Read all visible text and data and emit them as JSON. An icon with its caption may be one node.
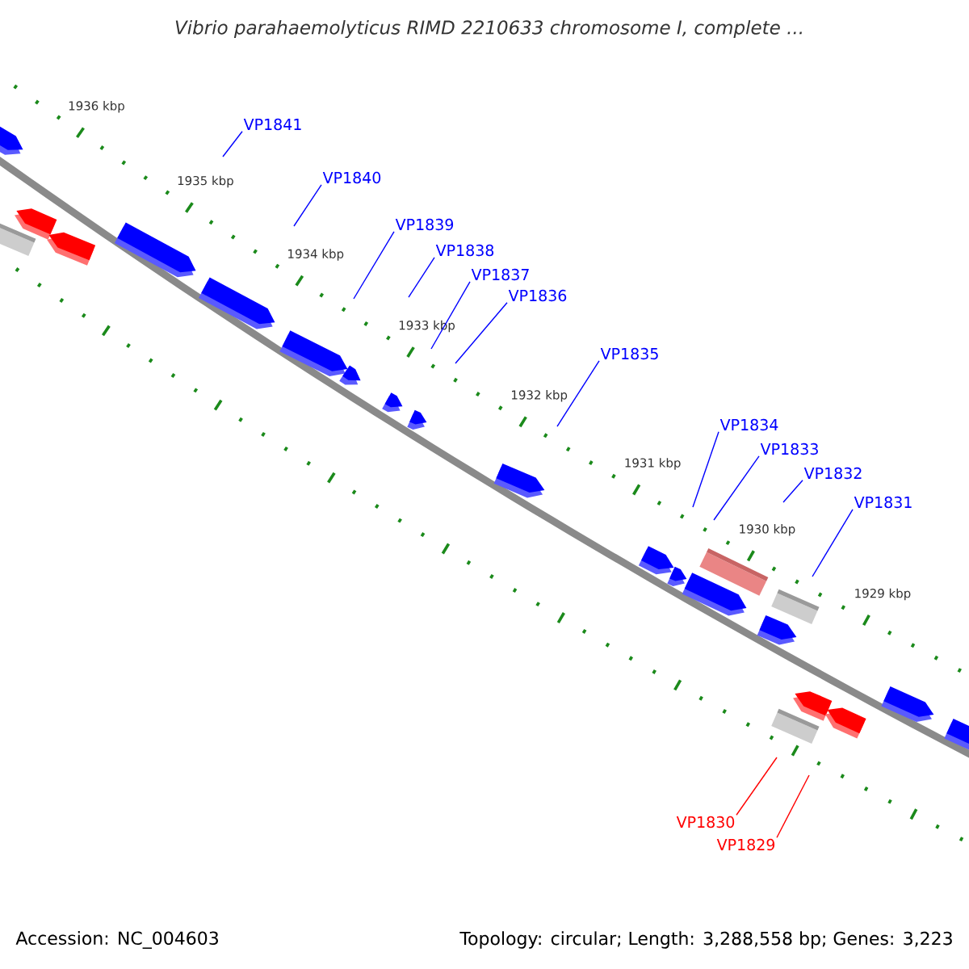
{
  "diagram": {
    "title": "Vibrio parahaemolyticus RIMD 2210633 chromosome I, complete ...",
    "nodes": [
      {
        "text": [
          "VP1841"
        ]
      },
      {
        "text": [
          "VP1840"
        ]
      },
      {
        "text": [
          "VP1839"
        ]
      },
      {
        "text": [
          "VP1838"
        ]
      },
      {
        "text": [
          "VP1837"
        ]
      },
      {
        "text": [
          "VP1836"
        ]
      },
      {
        "text": [
          "VP1835"
        ]
      },
      {
        "text": [
          "VP1834"
        ]
      },
      {
        "text": [
          "VP1833"
        ]
      },
      {
        "text": [
          "VP1832"
        ]
      },
      {
        "text": [
          "VP1831"
        ]
      },
      {
        "text": [
          "VP1830"
        ]
      },
      {
        "text": [
          "VP1829"
        ]
      }
    ],
    "edges": [
      {
        "from": 0,
        "to": null,
        "arrow": "none"
      },
      {
        "from": 1,
        "to": null,
        "arrow": "none"
      },
      {
        "from": 2,
        "to": null,
        "arrow": "none"
      },
      {
        "from": 3,
        "to": null,
        "arrow": "none"
      },
      {
        "from": 4,
        "to": null,
        "arrow": "none"
      },
      {
        "from": 5,
        "to": null,
        "arrow": "none"
      },
      {
        "from": 6,
        "to": null,
        "arrow": "none"
      },
      {
        "from": 7,
        "to": null,
        "arrow": "none"
      },
      {
        "from": 8,
        "to": null,
        "arrow": "none"
      },
      {
        "from": 9,
        "to": null,
        "arrow": "none"
      },
      {
        "from": 10,
        "to": null,
        "arrow": "none"
      },
      {
        "from": 11,
        "to": null,
        "arrow": "none",
        "color": "#ff0000"
      },
      {
        "from": 12,
        "to": null,
        "arrow": "none",
        "color": "#ff0000"
      }
    ],
    "labels": [
      "1936 kbp",
      "1935 kbp",
      "1934 kbp",
      "1933 kbp",
      "1932 kbp",
      "1931 kbp",
      "1930 kbp",
      "1929 kbp",
      "Accession: NC_004603",
      "Topology: circular; Length: 3,288,558 bp; Genes: 3,223"
    ]
  }
}
